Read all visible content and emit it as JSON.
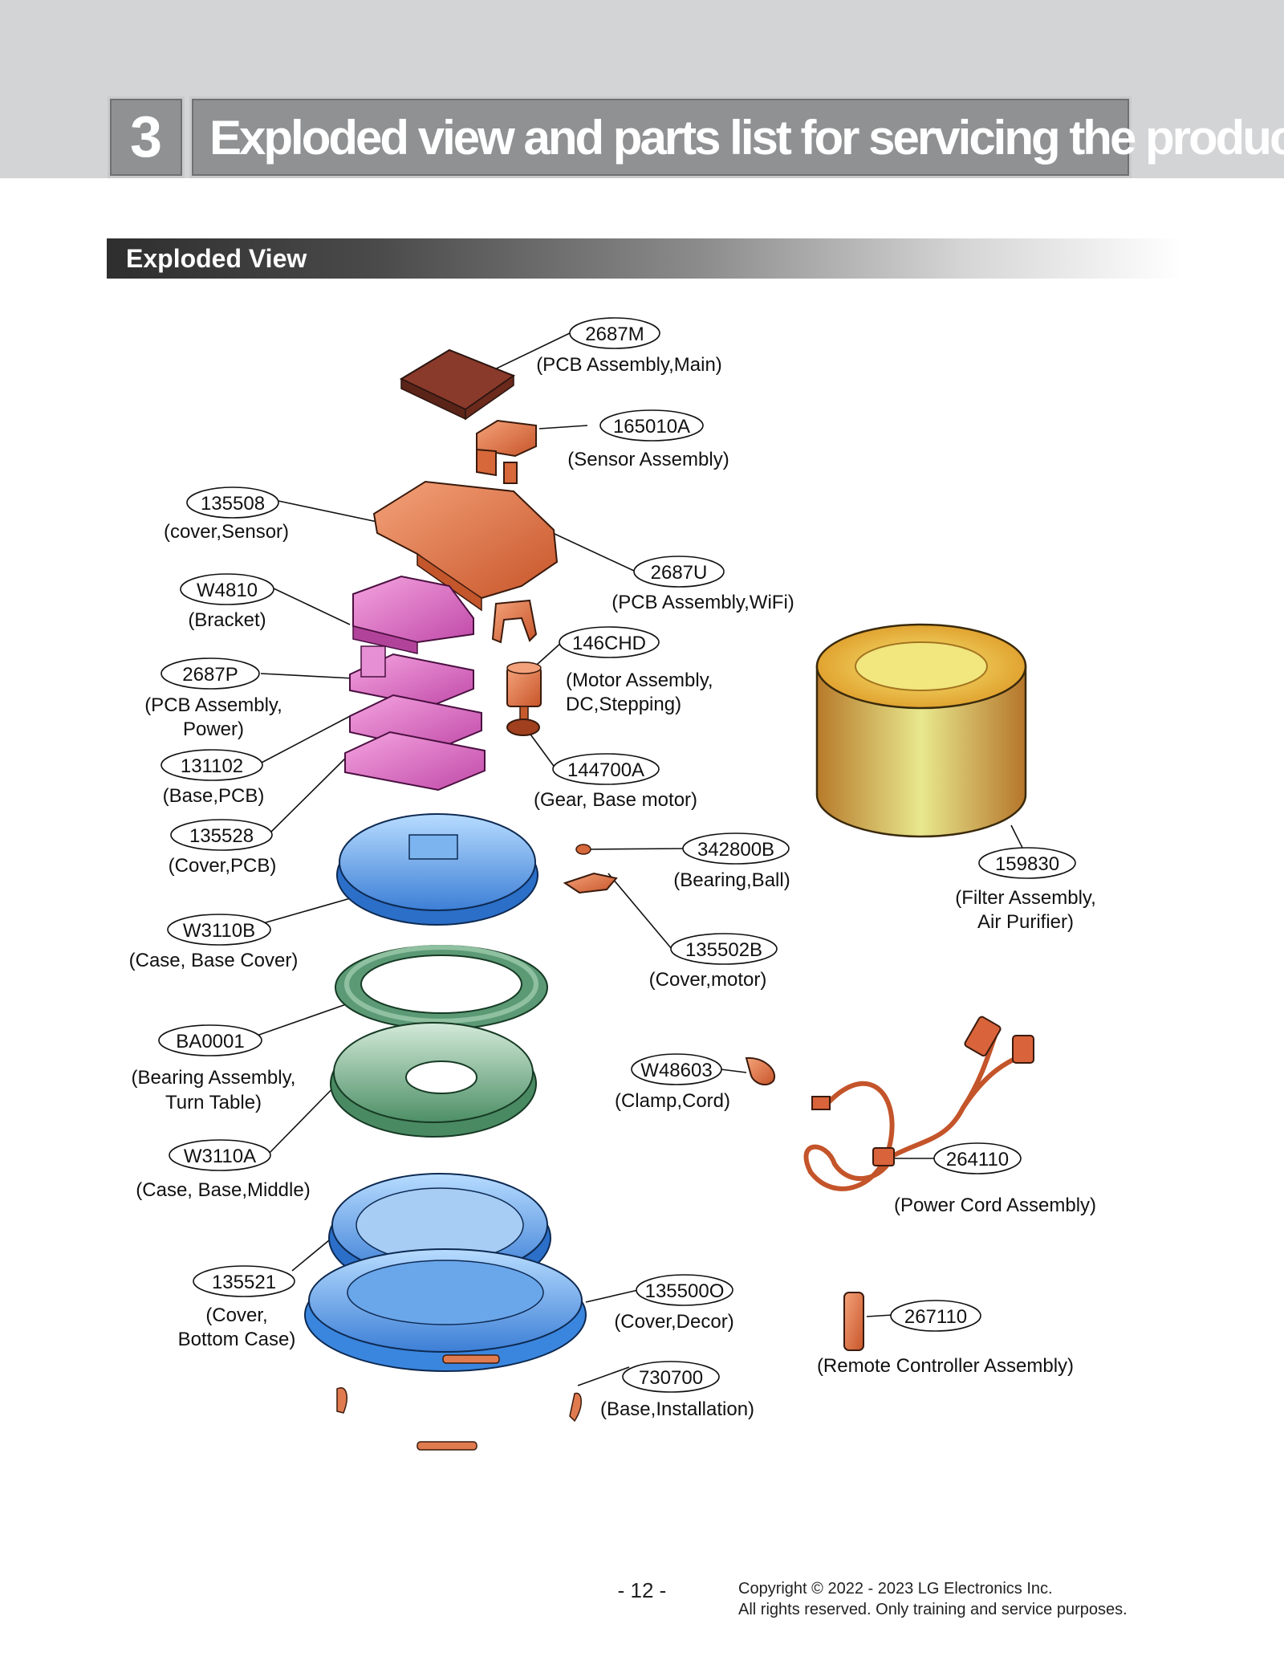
{
  "header": {
    "chapter_number": "3",
    "chapter_title": "Exploded view and parts list for servicing the product"
  },
  "section": {
    "title": "Exploded View"
  },
  "parts": [
    {
      "code": "2687M",
      "name": "(PCB Assembly,Main)"
    },
    {
      "code": "165010A",
      "name": "(Sensor Assembly)"
    },
    {
      "code": "135508",
      "name": "(cover,Sensor)"
    },
    {
      "code": "2687U",
      "name": "(PCB Assembly,WiFi)"
    },
    {
      "code": "W4810",
      "name": "(Bracket)"
    },
    {
      "code": "146CHD",
      "name_line1": "(Motor Assembly,",
      "name_line2": "DC,Stepping)"
    },
    {
      "code": "2687P",
      "name_line1": "(PCB Assembly,",
      "name_line2": "Power)"
    },
    {
      "code": "131102",
      "name": "(Base,PCB)"
    },
    {
      "code": "144700A",
      "name": "(Gear, Base motor)"
    },
    {
      "code": "135528",
      "name": "(Cover,PCB)"
    },
    {
      "code": "342800B",
      "name": "(Bearing,Ball)"
    },
    {
      "code": "159830",
      "name_line1": "(Filter Assembly,",
      "name_line2": "Air Purifier)"
    },
    {
      "code": "W3110B",
      "name": "(Case, Base Cover)"
    },
    {
      "code": "135502B",
      "name": "(Cover,motor)"
    },
    {
      "code": "BA0001",
      "name_line1": "(Bearing Assembly,",
      "name_line2": "Turn Table)"
    },
    {
      "code": "W48603",
      "name": "(Clamp,Cord)"
    },
    {
      "code": "W3110A",
      "name": "(Case, Base,Middle)"
    },
    {
      "code": "264110",
      "name": "(Power Cord  Assembly)"
    },
    {
      "code": "135521",
      "name_line1": "(Cover,",
      "name_line2": "Bottom Case)"
    },
    {
      "code": "135500O",
      "name": "(Cover,Decor)"
    },
    {
      "code": "267110",
      "name": "(Remote Controller Assembly)"
    },
    {
      "code": "730700",
      "name": "(Base,Installation)"
    }
  ],
  "footer": {
    "page_number": "- 12 -",
    "copyright_line1": "Copyright © 2022 - 2023 LG Electronics Inc.",
    "copyright_line2": "All rights reserved. Only training and service purposes."
  },
  "colors": {
    "header_band": "#d3d4d6",
    "header_box": "#8f9193",
    "orange_parts": "#e07b4f",
    "pink_parts": "#e07fc8",
    "blue_parts": "#5c9fe6",
    "green_parts": "#7fb38f",
    "filter_gold": "#d9b850"
  }
}
